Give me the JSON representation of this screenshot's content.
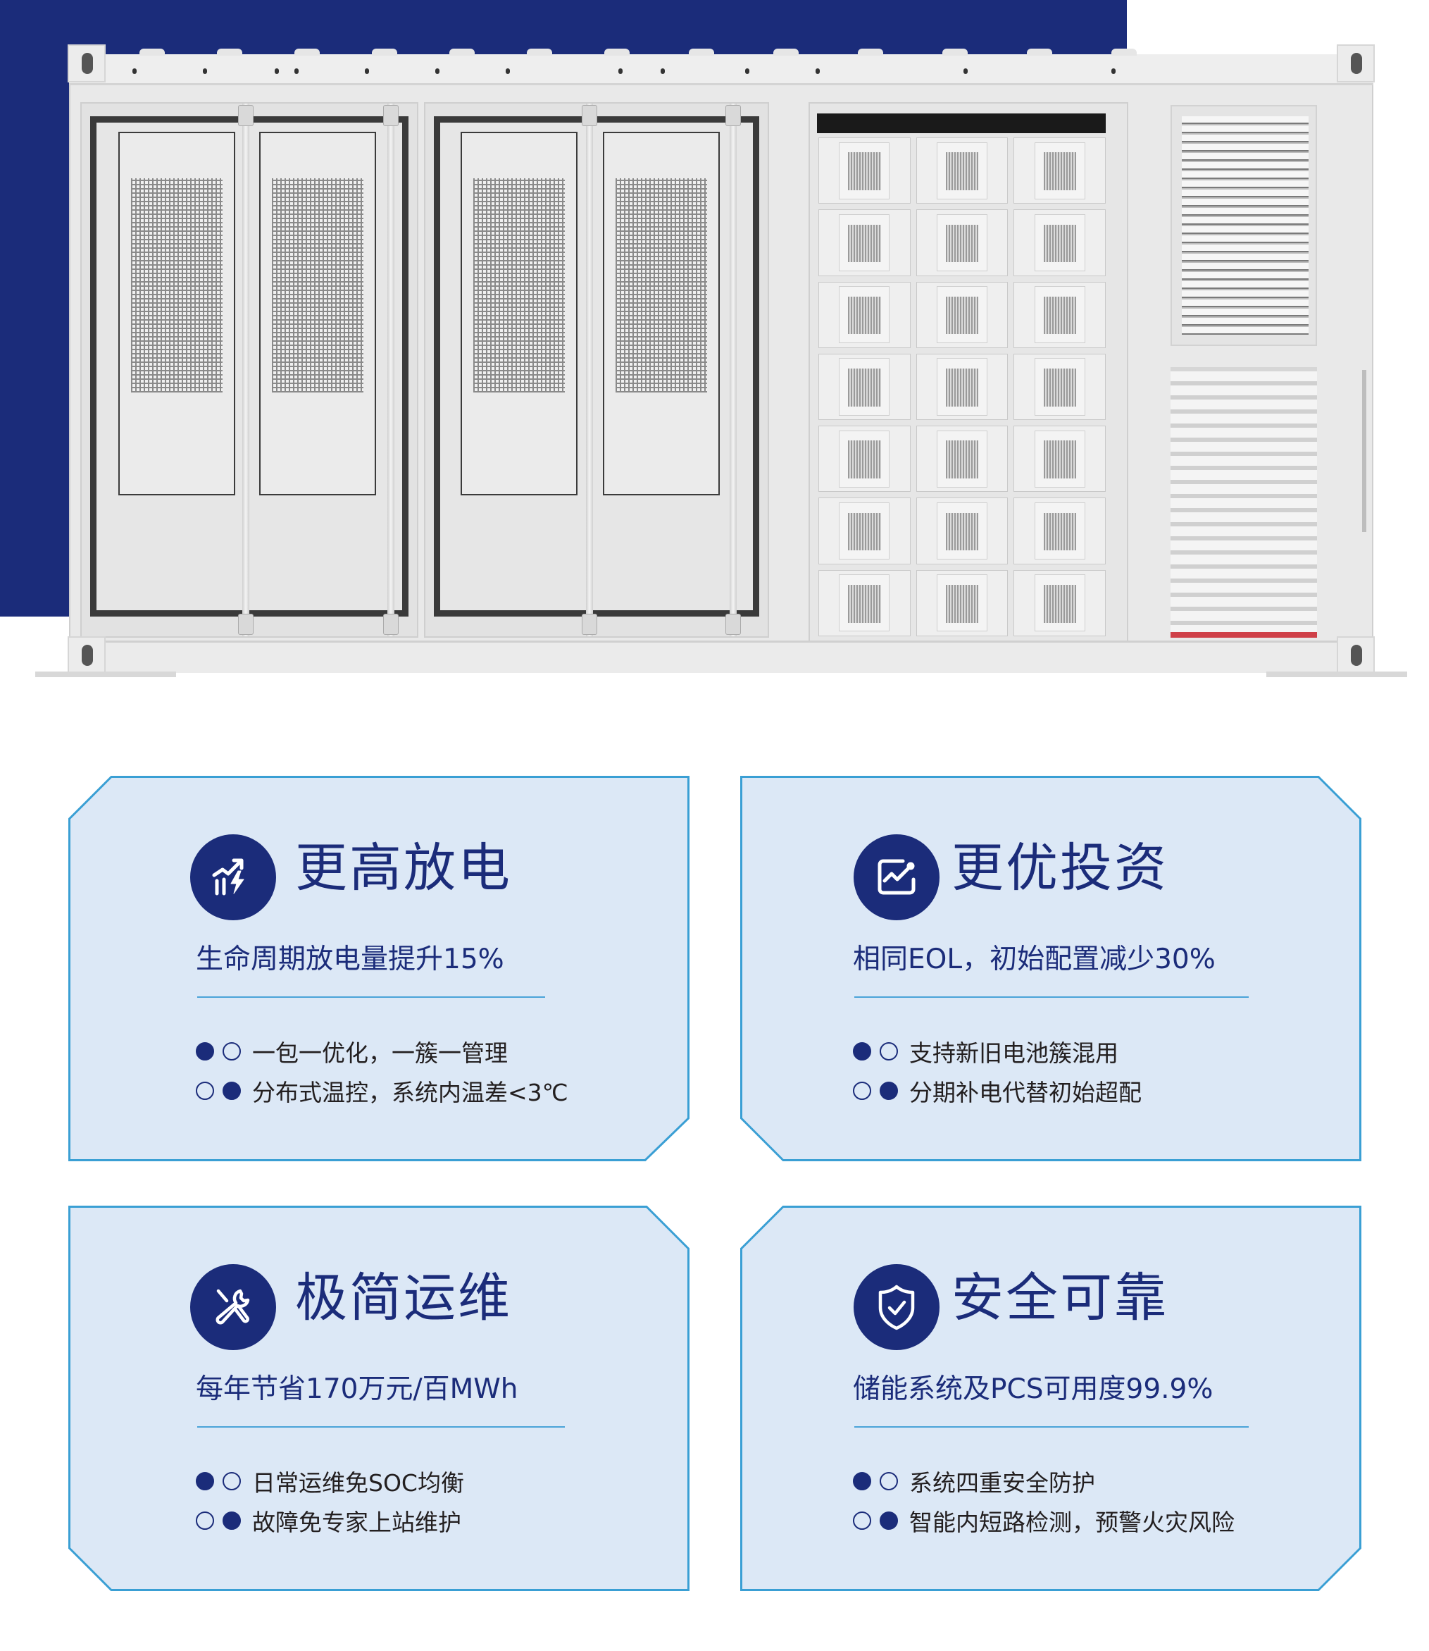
{
  "colors": {
    "brand_navy": "#1b2c7a",
    "card_fill": "#dce8f6",
    "card_border": "#3a9fd4",
    "divider": "#4aa3d8",
    "body_text": "#231f20",
    "accent_red": "#cf4048"
  },
  "hero": {
    "image_subject": "energy-storage-container",
    "alt": "Battery energy storage container with PCS cabinets, battery modules, louver vent and roller shutter"
  },
  "features": [
    {
      "icon": "chart-lightning-icon",
      "title": "更高放电",
      "subtitle": "生命周期放电量提升15%",
      "bullets": [
        {
          "pattern": "filled-empty",
          "text": "一包一优化，一簇一管理"
        },
        {
          "pattern": "empty-filled",
          "text": "分布式温控，系统内温差<3℃"
        }
      ]
    },
    {
      "icon": "trend-chart-icon",
      "title": "更优投资",
      "subtitle": "相同EOL，初始配置减少30%",
      "bullets": [
        {
          "pattern": "filled-empty",
          "text": "支持新旧电池簇混用"
        },
        {
          "pattern": "empty-filled",
          "text": "分期补电代替初始超配"
        }
      ]
    },
    {
      "icon": "wrench-screwdriver-icon",
      "title": "极简运维",
      "subtitle": "每年节省170万元/百MWh",
      "bullets": [
        {
          "pattern": "filled-empty",
          "text": "日常运维免SOC均衡"
        },
        {
          "pattern": "empty-filled",
          "text": "故障免专家上站维护"
        }
      ]
    },
    {
      "icon": "shield-check-icon",
      "title": "安全可靠",
      "subtitle": "储能系统及PCS可用度99.9%",
      "bullets": [
        {
          "pattern": "filled-empty",
          "text": "系统四重安全防护"
        },
        {
          "pattern": "empty-filled",
          "text": "智能内短路检测，预警火灾风险"
        }
      ]
    }
  ]
}
